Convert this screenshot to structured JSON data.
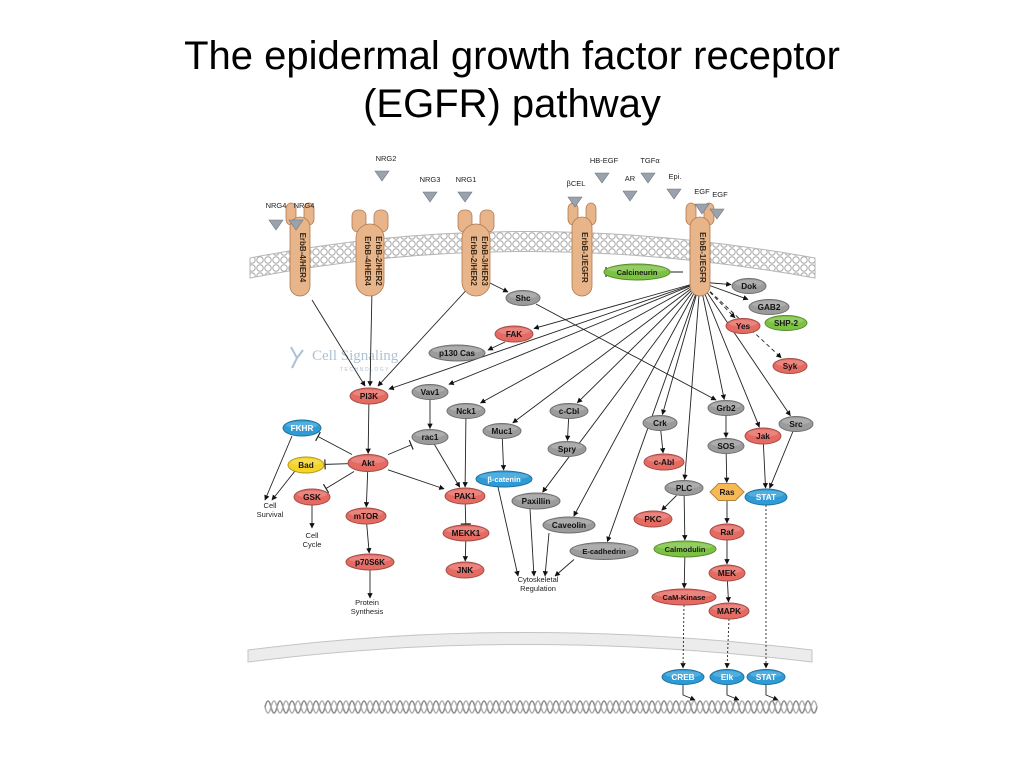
{
  "slide": {
    "title_line1": "The epidermal growth factor receptor",
    "title_line2": "(EGFR) pathway"
  },
  "colors": {
    "red": "#e46a62",
    "gray": "#9b9b9b",
    "blue": "#2e9bd6",
    "green": "#7cc242",
    "yellow": "#f5d327",
    "orange": "#f7b955",
    "receptor": "#e8b489",
    "membrane": "#cccccc"
  },
  "watermark": {
    "line1": "Cell Signaling",
    "line2": "TECHNOLOGY"
  },
  "ligands": [
    {
      "id": "nrg4a",
      "label": "NRG4"
    },
    {
      "id": "nrg4b",
      "label": "NRG4"
    },
    {
      "id": "nrg2",
      "label": "NRG2"
    },
    {
      "id": "nrg3",
      "label": "NRG3"
    },
    {
      "id": "nrg1",
      "label": "NRG1"
    },
    {
      "id": "hbegf",
      "label": "HB-EGF"
    },
    {
      "id": "tgfa",
      "label": "TGFα"
    },
    {
      "id": "bcel",
      "label": "βCEL"
    },
    {
      "id": "ar",
      "label": "AR"
    },
    {
      "id": "epi",
      "label": "Epi."
    },
    {
      "id": "egf1",
      "label": "EGF"
    },
    {
      "id": "egf2",
      "label": "EGF"
    }
  ],
  "receptors": [
    {
      "id": "r1",
      "labels": [
        "ErbB-4/HER4"
      ]
    },
    {
      "id": "r2",
      "labels": [
        "ErbB-4/HER4",
        "ErbB-2/HER2"
      ]
    },
    {
      "id": "r3",
      "labels": [
        "ErbB-2/HER2",
        "ErbB-3/HER3"
      ]
    },
    {
      "id": "r4",
      "labels": [
        "ErbB-1/EGFR"
      ]
    },
    {
      "id": "r5",
      "labels": [
        "ErbB-1/EGFR"
      ]
    }
  ],
  "nodes": [
    {
      "id": "calcineurin",
      "label": "Calcineurin",
      "color": "green"
    },
    {
      "id": "dok",
      "label": "Dok",
      "color": "gray"
    },
    {
      "id": "gab2",
      "label": "GAB2",
      "color": "gray"
    },
    {
      "id": "shp2",
      "label": "SHP-2",
      "color": "green"
    },
    {
      "id": "yes",
      "label": "Yes",
      "color": "red"
    },
    {
      "id": "syk",
      "label": "Syk",
      "color": "red"
    },
    {
      "id": "shc",
      "label": "Shc",
      "color": "gray"
    },
    {
      "id": "fak",
      "label": "FAK",
      "color": "red"
    },
    {
      "id": "p130",
      "label": "p130 Cas",
      "color": "gray"
    },
    {
      "id": "pi3k",
      "label": "PI3K",
      "color": "red"
    },
    {
      "id": "vav1",
      "label": "Vav1",
      "color": "gray"
    },
    {
      "id": "nck1",
      "label": "Nck1",
      "color": "gray"
    },
    {
      "id": "ccbl",
      "label": "c-Cbl",
      "color": "gray"
    },
    {
      "id": "muc1",
      "label": "Muc1",
      "color": "gray"
    },
    {
      "id": "spry",
      "label": "Spry",
      "color": "gray"
    },
    {
      "id": "rac1",
      "label": "rac1",
      "color": "gray"
    },
    {
      "id": "fkhr",
      "label": "FKHR",
      "color": "blue"
    },
    {
      "id": "bad",
      "label": "Bad",
      "color": "yellow"
    },
    {
      "id": "akt",
      "label": "Akt",
      "color": "red"
    },
    {
      "id": "gsk",
      "label": "GSK",
      "color": "red"
    },
    {
      "id": "mtor",
      "label": "mTOR",
      "color": "red"
    },
    {
      "id": "p70s6k",
      "label": "p70S6K",
      "color": "red"
    },
    {
      "id": "pak1",
      "label": "PAK1",
      "color": "red"
    },
    {
      "id": "mekk1",
      "label": "MEKK1",
      "color": "red"
    },
    {
      "id": "jnk",
      "label": "JNK",
      "color": "red"
    },
    {
      "id": "bcatenin",
      "label": "β-catenin",
      "color": "blue"
    },
    {
      "id": "paxillin",
      "label": "Paxillin",
      "color": "gray"
    },
    {
      "id": "caveolin",
      "label": "Caveolin",
      "color": "gray"
    },
    {
      "id": "ecad",
      "label": "E-cadhedrin",
      "color": "gray"
    },
    {
      "id": "crk",
      "label": "Crk",
      "color": "gray"
    },
    {
      "id": "cabl",
      "label": "c-Abl",
      "color": "red"
    },
    {
      "id": "pkc",
      "label": "PKC",
      "color": "red"
    },
    {
      "id": "plc",
      "label": "PLC",
      "color": "gray"
    },
    {
      "id": "calmodulin",
      "label": "Calmodulin",
      "color": "green"
    },
    {
      "id": "camk",
      "label": "CaM-Kinase",
      "color": "red"
    },
    {
      "id": "grb2",
      "label": "Grb2",
      "color": "gray"
    },
    {
      "id": "sos",
      "label": "SOS",
      "color": "gray"
    },
    {
      "id": "ras",
      "label": "Ras",
      "color": "orange"
    },
    {
      "id": "raf",
      "label": "Raf",
      "color": "red"
    },
    {
      "id": "mek",
      "label": "MEK",
      "color": "red"
    },
    {
      "id": "mapk",
      "label": "MAPK",
      "color": "red"
    },
    {
      "id": "jak",
      "label": "Jak",
      "color": "red"
    },
    {
      "id": "src",
      "label": "Src",
      "color": "gray"
    },
    {
      "id": "stat",
      "label": "STAT",
      "color": "blue"
    },
    {
      "id": "creb",
      "label": "CREB",
      "color": "blue"
    },
    {
      "id": "elk",
      "label": "Elk",
      "color": "blue"
    },
    {
      "id": "stat2",
      "label": "STAT",
      "color": "blue"
    }
  ],
  "outcomes": [
    {
      "id": "cellsurvival",
      "lines": [
        "Cell",
        "Survival"
      ]
    },
    {
      "id": "cellcycle",
      "lines": [
        "Cell",
        "Cycle"
      ]
    },
    {
      "id": "protein",
      "lines": [
        "Protein",
        "Synthesis"
      ]
    },
    {
      "id": "cytoskeletal",
      "lines": [
        "Cytoskeletal",
        "Regulation"
      ]
    }
  ]
}
